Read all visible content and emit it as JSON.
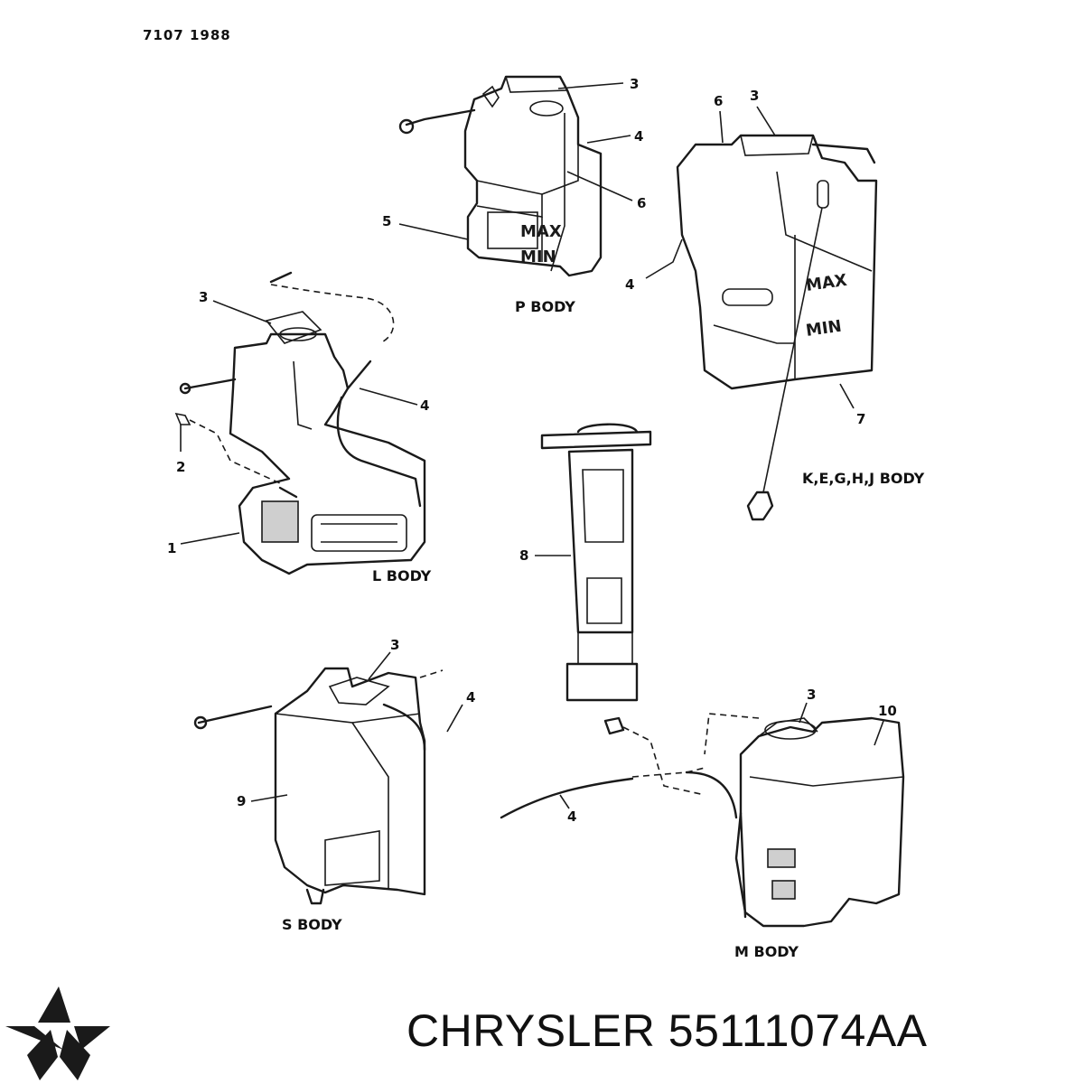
{
  "drawing_code": "7107 1988",
  "footer": {
    "brand": "CHRYSLER",
    "part_number": "55111074AA",
    "logo_icon": "pentastar-icon"
  },
  "views": {
    "p_body": {
      "label": "P BODY"
    },
    "kegh_body": {
      "label": "K,E,G,H,J BODY"
    },
    "l_body": {
      "label": "L BODY"
    },
    "s_body": {
      "label": "S BODY"
    },
    "m_body": {
      "label": "M BODY"
    }
  },
  "tank_markings": {
    "max": "MAX",
    "min": "MIN"
  },
  "callouts": {
    "p3": "3",
    "p4": "4",
    "p5": "5",
    "p6": "6",
    "k6": "6",
    "k3": "3",
    "k4": "4",
    "k7": "7",
    "l3": "3",
    "l4": "4",
    "l2": "2",
    "l1": "1",
    "pump8": "8",
    "s3": "3",
    "s4": "4",
    "s9": "9",
    "m3": "3",
    "m10": "10",
    "m4": "4"
  }
}
